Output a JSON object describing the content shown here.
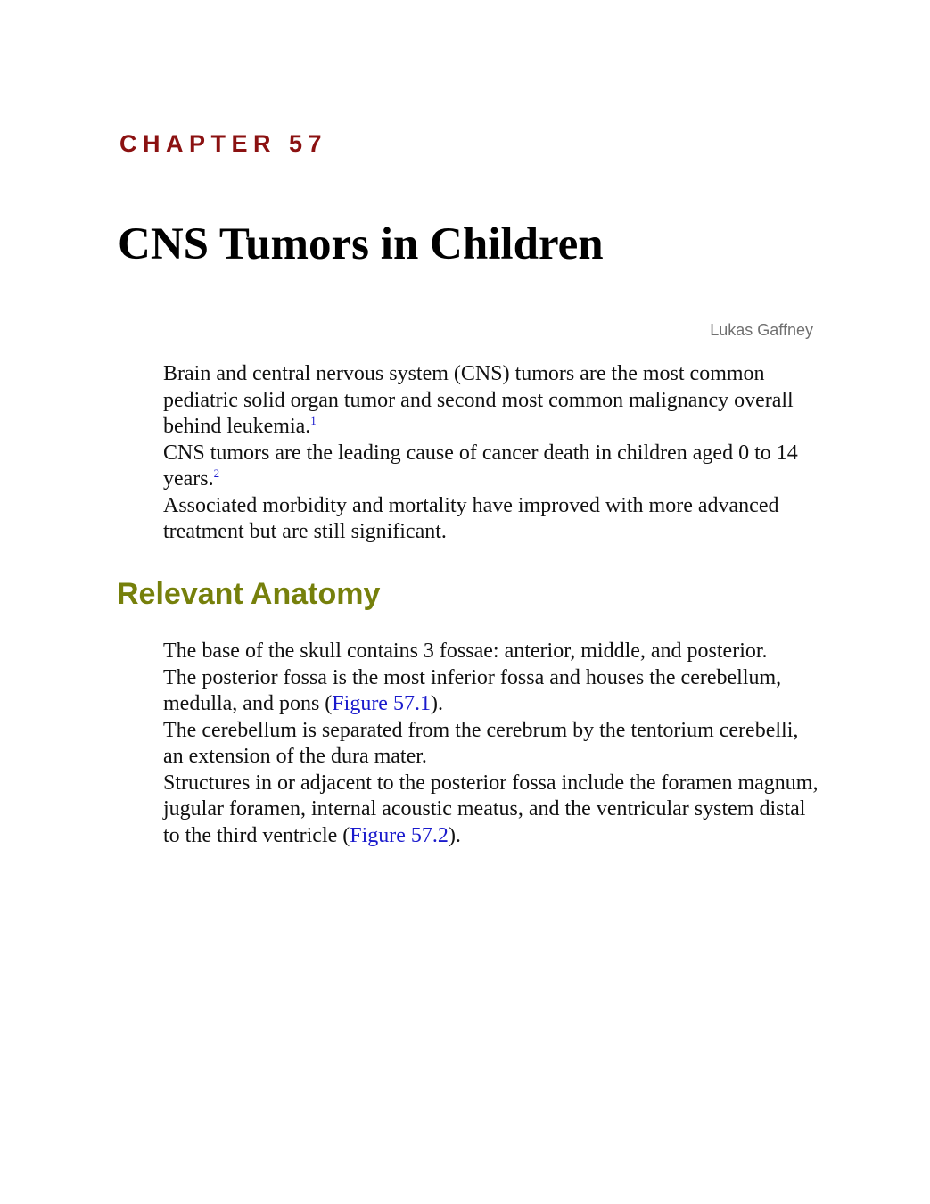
{
  "chapter": {
    "label": "CHAPTER 57",
    "title": "CNS Tumors in Children",
    "author": "Lukas Gaffney"
  },
  "intro": [
    {
      "text": "Brain and central nervous system (CNS) tumors are the most common pediatric solid organ tumor and second most common malignancy overall behind leukemia.",
      "footnote": "1"
    },
    {
      "text": "CNS tumors are the leading cause of cancer death in children aged 0 to 14 years.",
      "footnote": "2"
    },
    {
      "text": "Associated morbidity and mortality have improved with more advanced treatment but are still significant."
    }
  ],
  "section": {
    "heading": "Relevant Anatomy",
    "paragraphs": [
      {
        "text": "The base of the skull contains 3 fossae: anterior, middle, and posterior."
      },
      {
        "before": "The posterior fossa is the most inferior fossa and houses the cerebellum, medulla, and pons (",
        "link": "Figure 57.1",
        "after": ")."
      },
      {
        "text": "The cerebellum is separated from the cerebrum by the tentorium cerebelli, an extension of the dura mater."
      },
      {
        "before": "Structures in or adjacent to the posterior fossa include the foramen magnum, jugular foramen, internal acoustic meatus, and the ventricular system distal to the third ventricle (",
        "link": "Figure 57.2",
        "after": ")."
      }
    ]
  },
  "colors": {
    "chapter_label": "#8b1111",
    "section_heading": "#76800b",
    "link": "#1a1acc",
    "author": "#707070"
  }
}
